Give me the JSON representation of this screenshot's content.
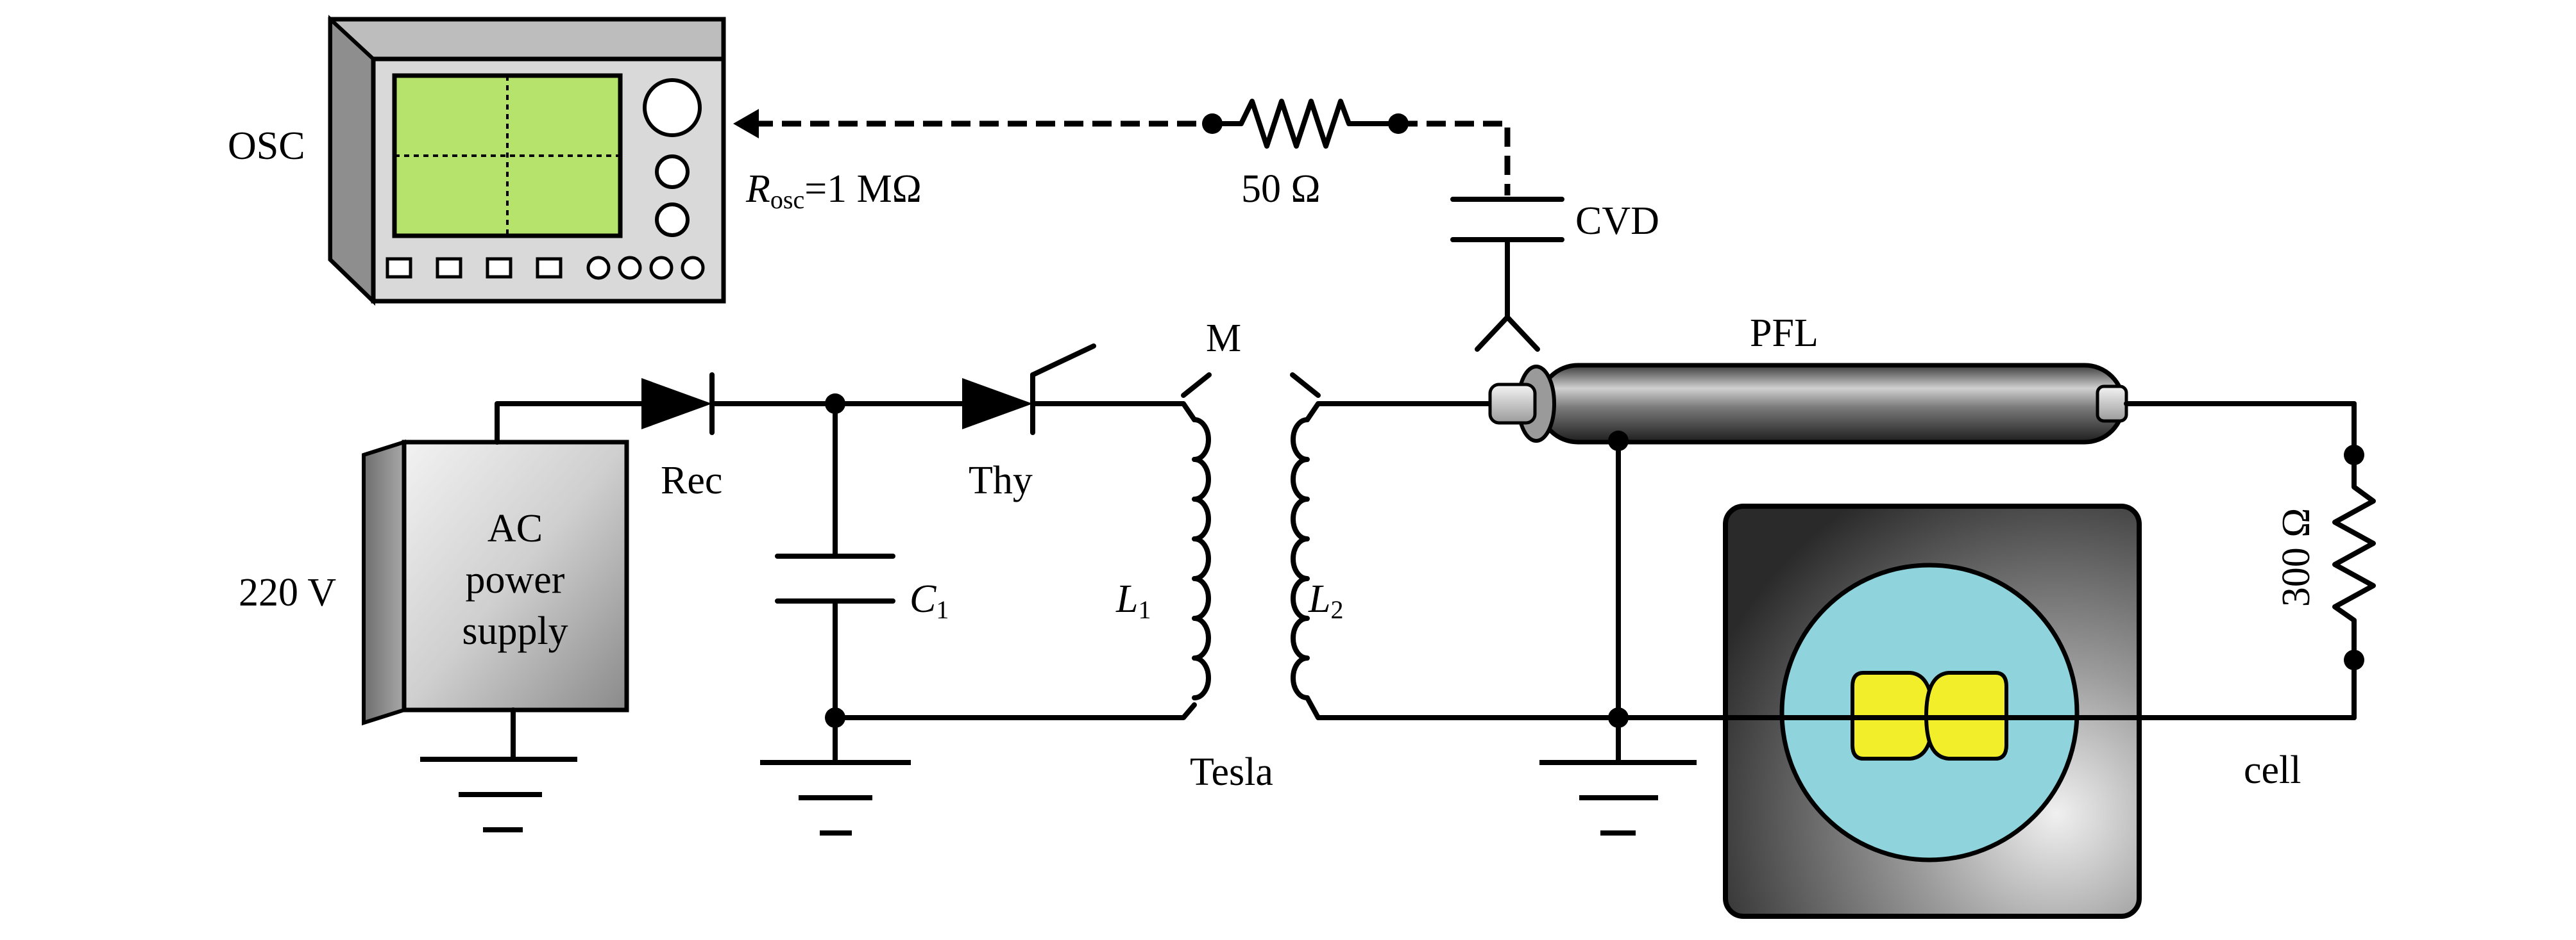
{
  "labels": {
    "osc": "OSC",
    "r_osc_main": "R",
    "r_osc_sub": "osc",
    "r_osc_value": "=1 MΩ",
    "resistor_50": "50 Ω",
    "cvd": "CVD",
    "pfl": "PFL",
    "m": "M",
    "rec": "Rec",
    "thy": "Thy",
    "voltage": "220 V",
    "ac_line1": "AC",
    "ac_line2": "power",
    "ac_line3": "supply",
    "c1_main": "C",
    "c1_sub": "1",
    "l1_main": "L",
    "l1_sub": "1",
    "l2_main": "L",
    "l2_sub": "2",
    "tesla": "Tesla",
    "resistor_300": "300 Ω",
    "cell": "cell"
  },
  "colors": {
    "screen": "#b5e36b",
    "osc_body": "#d9d9d9",
    "cell_water": "#8fd3dc",
    "electrode": "#f2ee2a",
    "cable": "#707070"
  }
}
